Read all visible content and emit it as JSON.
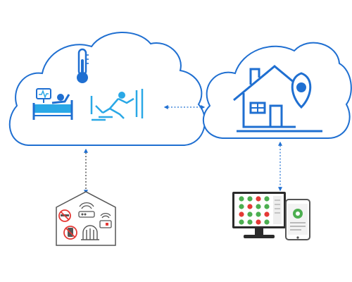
{
  "diagram": {
    "colors": {
      "cloud_stroke": "#1f6fd1",
      "care_icons": "#2aa8e6",
      "home_icon": "#1f6fd1",
      "connector": "#1f6fd1",
      "house_box_stroke": "#555555",
      "monitor_dark": "#2b2b2b",
      "screen_green": "#4caf50",
      "screen_red": "#e53935",
      "prohibited_red": "#e53935"
    },
    "left_cloud": {
      "icons": [
        "thermometer-icon",
        "hospital-bed-patient-icon",
        "fall-detection-icon"
      ]
    },
    "right_cloud": {
      "icons": [
        "home-location-icon"
      ]
    },
    "home_sensors": {
      "icons": [
        "router-icon",
        "wifi-sensor-icon",
        "no-smoking-sign-icon",
        "no-phone-sign-icon",
        "heater-icon"
      ]
    },
    "devices": {
      "icons": [
        "desktop-monitor-icon",
        "smartphone-icon"
      ]
    },
    "links": [
      "left-cloud-to-right-cloud",
      "left-cloud-to-home-sensors",
      "right-cloud-to-devices"
    ]
  }
}
